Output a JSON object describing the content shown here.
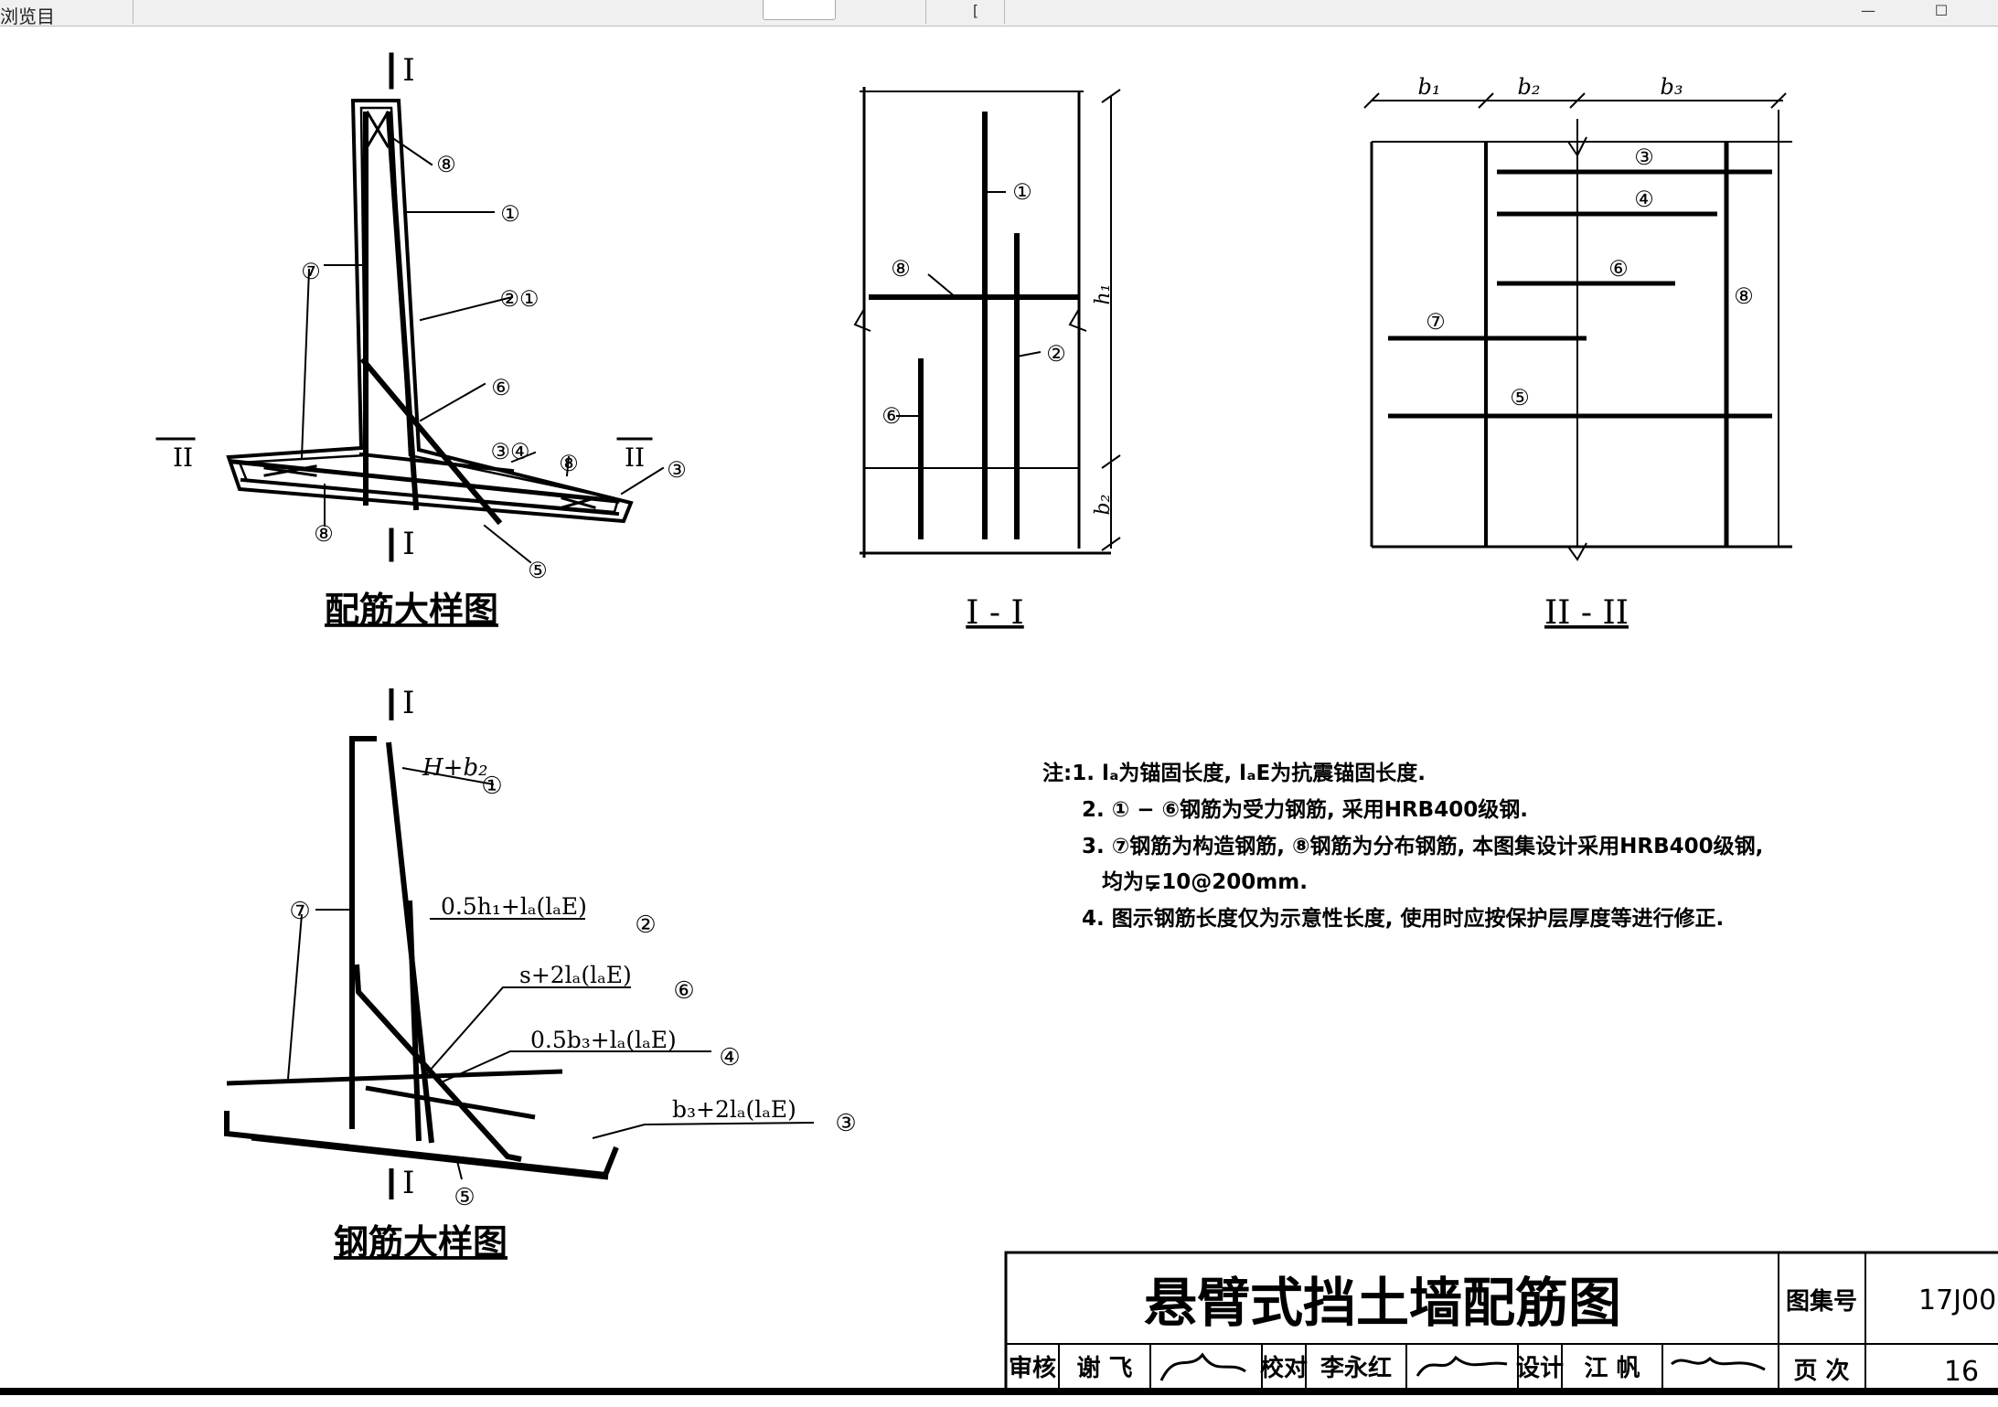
{
  "toolbar": {
    "left_label": "浏览目",
    "field_value": "",
    "page_bracket": "[",
    "win_min": "—",
    "win_max": "☐"
  },
  "detail_drawing": {
    "title": "配筋大样图",
    "section_mark_I": "I",
    "section_mark_II": "II",
    "callouts": [
      "⑧",
      "①",
      "⑦",
      "②①",
      "⑥",
      "③④",
      "⑧",
      "③",
      "⑧",
      "⑤"
    ]
  },
  "section_I": {
    "title": "I - I",
    "dims": [
      "h₁",
      "b₂"
    ],
    "callouts": [
      "①",
      "⑧",
      "②",
      "⑥"
    ]
  },
  "section_II": {
    "title": "II - II",
    "dims": [
      "b₁",
      "b₂",
      "b₃"
    ],
    "callouts": [
      "③",
      "④",
      "⑥",
      "⑦",
      "⑧",
      "⑤"
    ]
  },
  "rebar_drawing": {
    "title": "钢筋大样图",
    "section_mark_I": "I",
    "labels": {
      "bar1": "H+b₂",
      "bar2": "0.5h₁+lₐ(lₐE)",
      "bar6": "s+2lₐ(lₐE)",
      "bar4": "0.5b₃+lₐ(lₐE)",
      "bar3": "b₃+2lₐ(lₐE)"
    },
    "callouts": [
      "①",
      "⑦",
      "②",
      "⑥",
      "④",
      "③",
      "⑤"
    ]
  },
  "notes": {
    "line1": "注:1. lₐ为锚固长度, lₐE为抗震锚固长度.",
    "line2": "2. ① − ⑥钢筋为受力钢筋, 采用HRB400级钢.",
    "line3": "3. ⑦钢筋为构造钢筋, ⑧钢筋为分布钢筋, 本图集设计采用HRB400级钢,",
    "line3b": "均为⋤10@200mm.",
    "line4": "4. 图示钢筋长度仅为示意性长度, 使用时应按保护层厚度等进行修正."
  },
  "title_block": {
    "title": "悬臂式挡土墙配筋图",
    "atlas_label": "图集号",
    "atlas_value": "17J00",
    "page_label": "页 次",
    "page_value": "16",
    "review_label": "审核",
    "review_name": "谢 飞",
    "check_label": "校对",
    "check_name": "李永红",
    "design_label": "设计",
    "design_name": "江 帆"
  }
}
